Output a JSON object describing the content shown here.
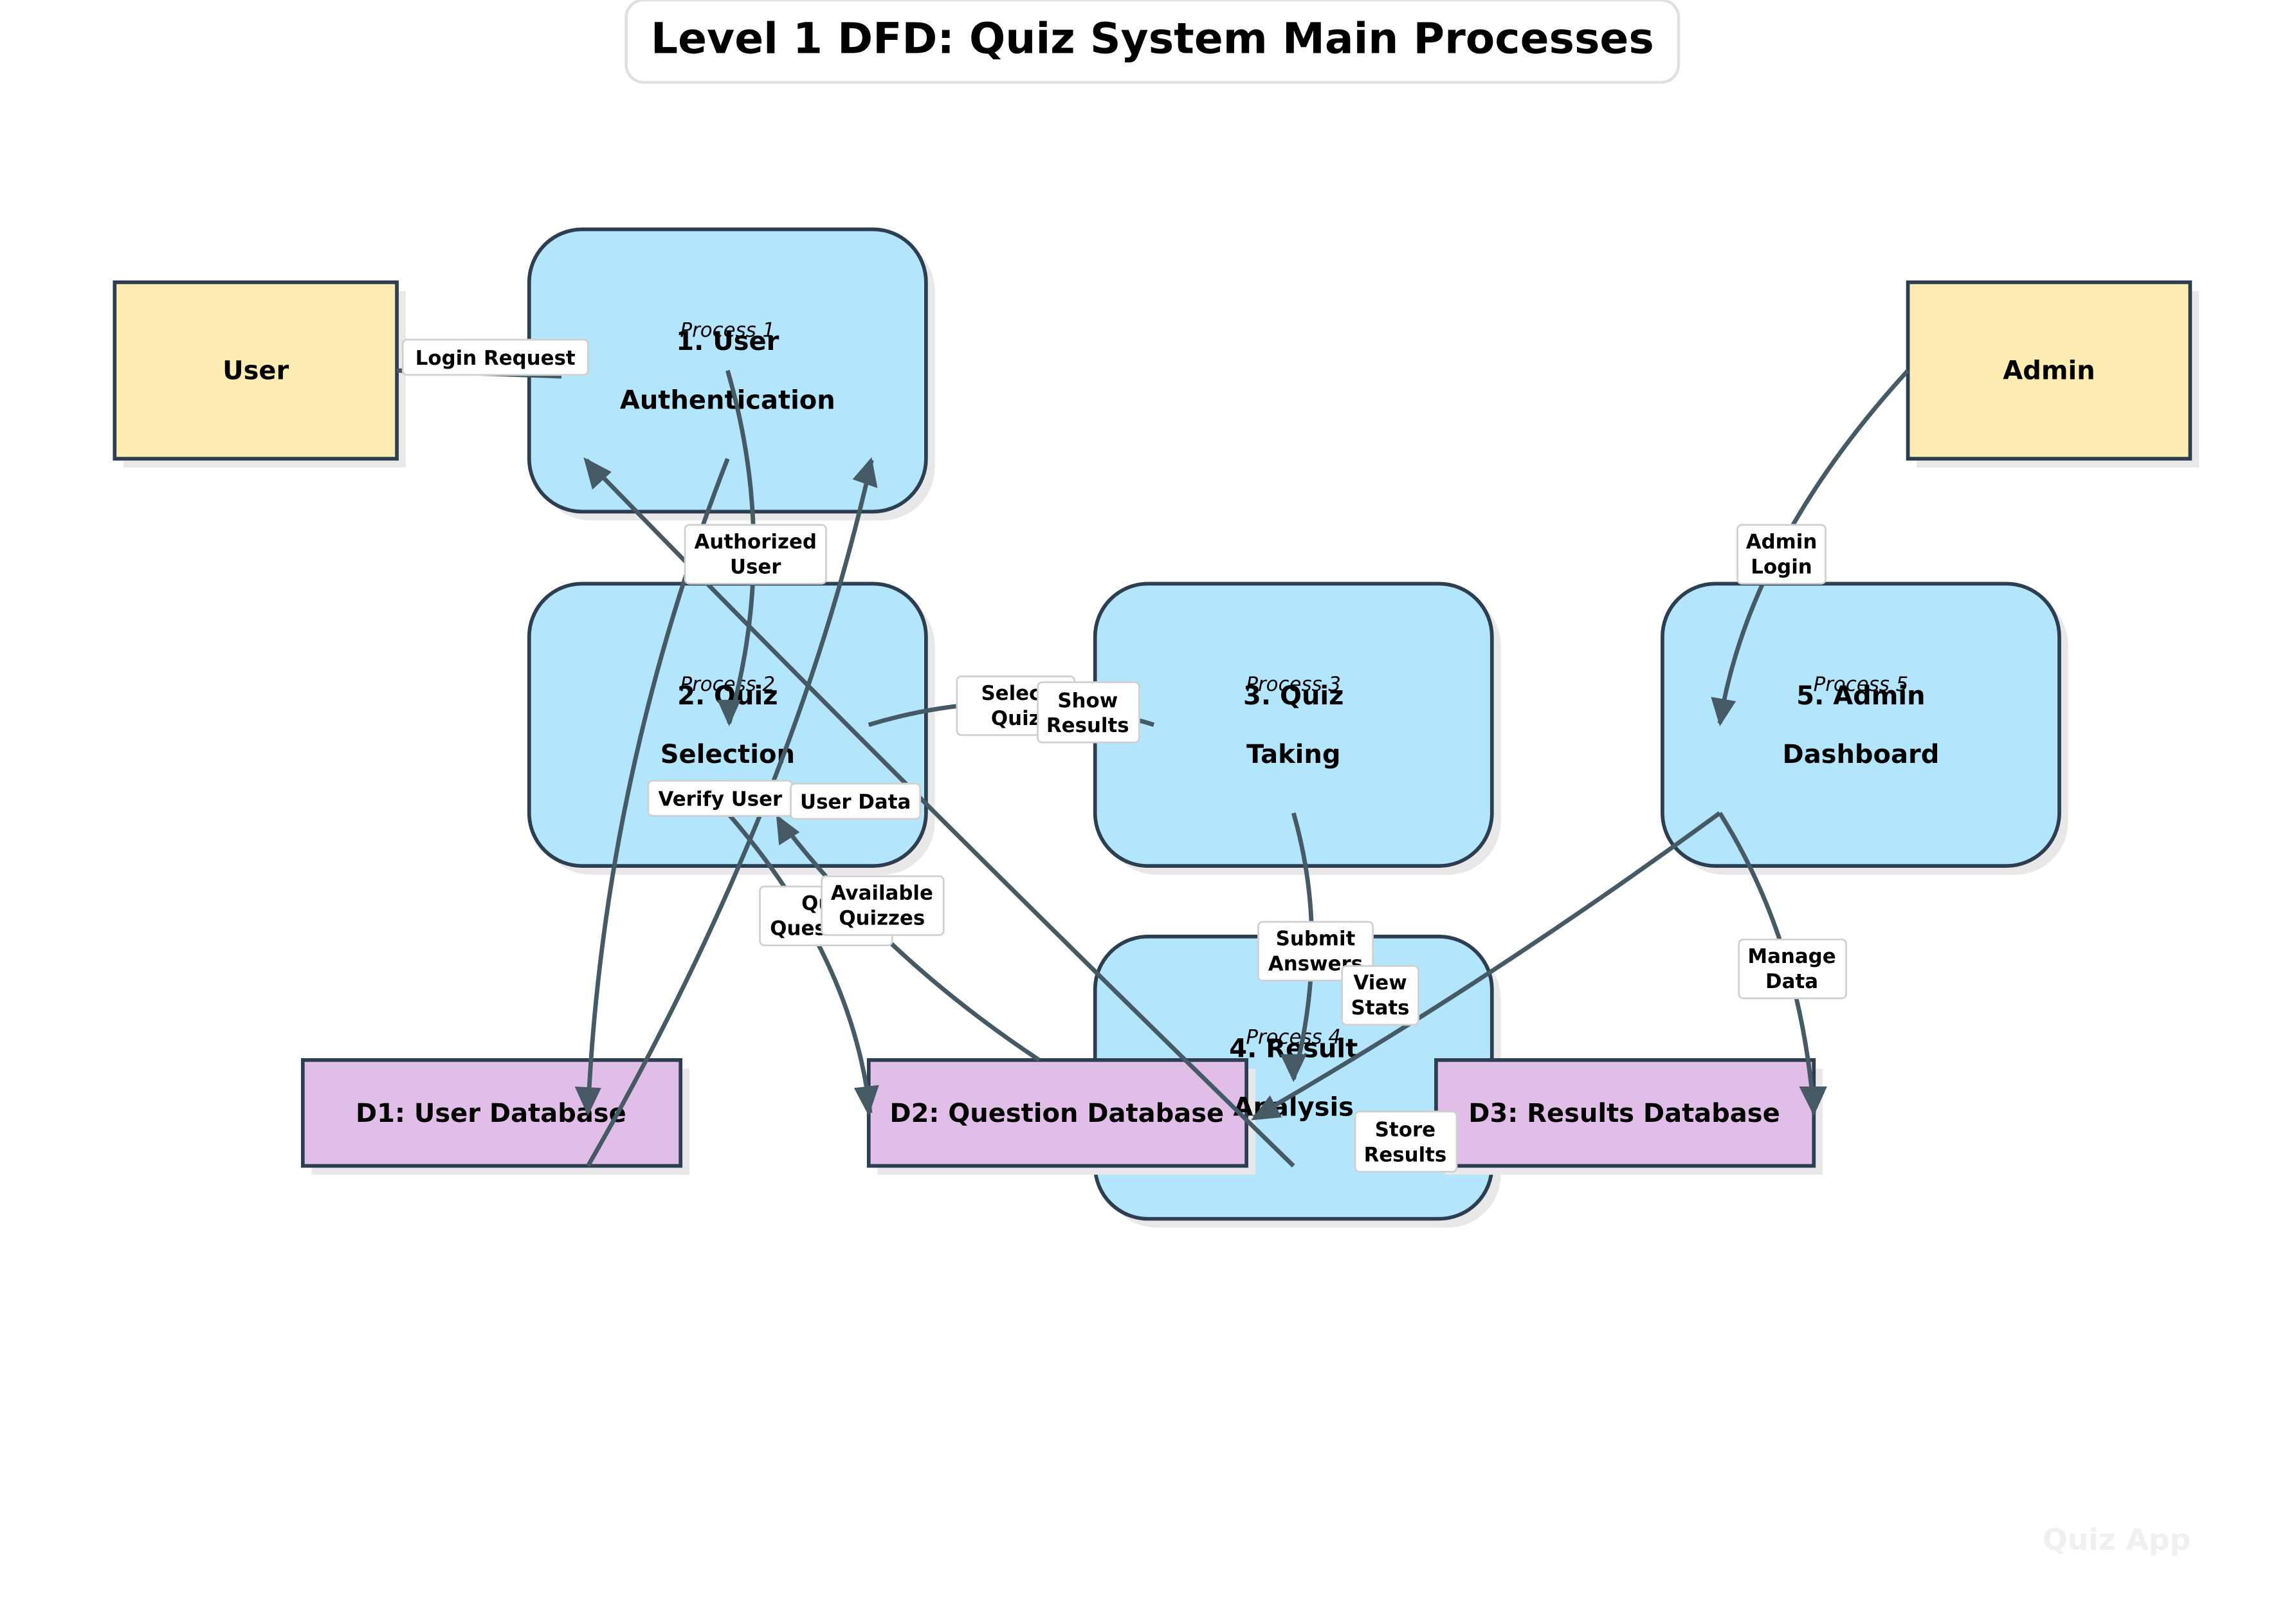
{
  "title": "Level 1 DFD: Quiz System Main Processes",
  "watermark": "Quiz App",
  "colors": {
    "entity_fill": "#ffecb3",
    "process_fill": "#b3e5fc",
    "store_fill": "#e1bee7",
    "stroke": "#2c3e50",
    "arrow": "#455a64"
  },
  "entities": {
    "user": "User",
    "admin": "Admin"
  },
  "processes": {
    "p1": {
      "number": "Process 1",
      "line1": "1. User",
      "line2": "Authentication"
    },
    "p2": {
      "number": "Process 2",
      "line1": "2. Quiz",
      "line2": "Selection"
    },
    "p3": {
      "number": "Process 3",
      "line1": "3. Quiz",
      "line2": "Taking"
    },
    "p4": {
      "number": "Process 4",
      "line1": "4. Result",
      "line2": "Analysis"
    },
    "p5": {
      "number": "Process 5",
      "line1": "5. Admin",
      "line2": "Dashboard"
    }
  },
  "stores": {
    "d1": "D1: User Database",
    "d2": "D2: Question Database",
    "d3": "D3: Results Database"
  },
  "flows": {
    "login_request": "Login Request",
    "authorized_user": [
      "Authorized",
      "User"
    ],
    "verify_user": "Verify User",
    "user_data": "User Data",
    "select_quiz": [
      "Select",
      "Quiz"
    ],
    "show_results": [
      "Show",
      "Results"
    ],
    "quiz_questions": [
      "Quiz",
      "Questions"
    ],
    "available_quizzes": [
      "Available",
      "Quizzes"
    ],
    "submit_answers": [
      "Submit",
      "Answers"
    ],
    "view_stats": [
      "View",
      "Stats"
    ],
    "store_results": [
      "Store",
      "Results"
    ],
    "admin_login": [
      "Admin",
      "Login"
    ],
    "manage_data": [
      "Manage",
      "Data"
    ]
  }
}
